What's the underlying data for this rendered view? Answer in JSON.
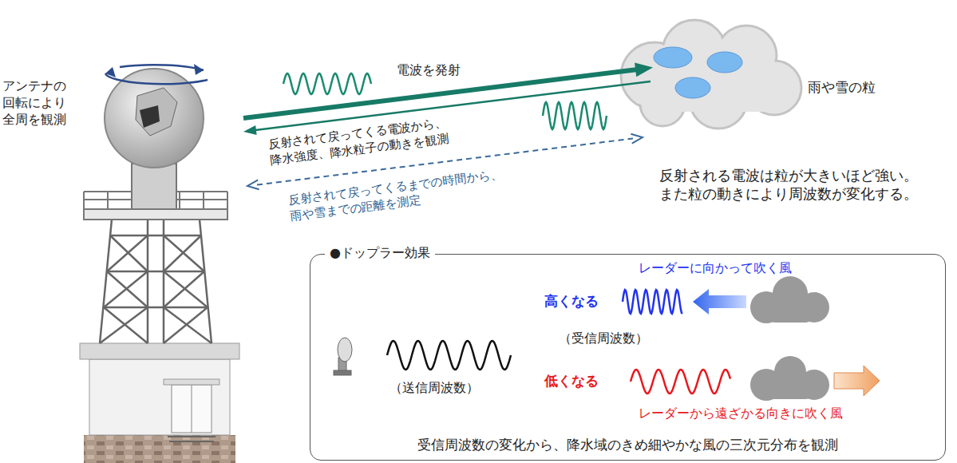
{
  "diagram": {
    "nodes": [
      {
        "text": [
          "●ドップラー効果",
          "受信周波数の変化から、降水域のきめ細やかな風の三次元分布を観測"
        ]
      }
    ],
    "labels": [
      "アンテナの回転により全周を観測",
      "電波を発射",
      "反射されて戻ってくる電波から、降水強度、降水粒子の動きを観測",
      "反射されて戻ってくるまでの時間から、雨や雪までの距離を測定",
      "雨や雪の粒",
      "反射される電波は粒が大きいほど強い。また粒の動きにより周波数が変化する。",
      "レーダーに向かって吹く風",
      "高くなる",
      "（受信周波数）",
      "（送信周波数）",
      "低くなる",
      "レーダーから遠ざかる向きに吹く風"
    ]
  }
}
